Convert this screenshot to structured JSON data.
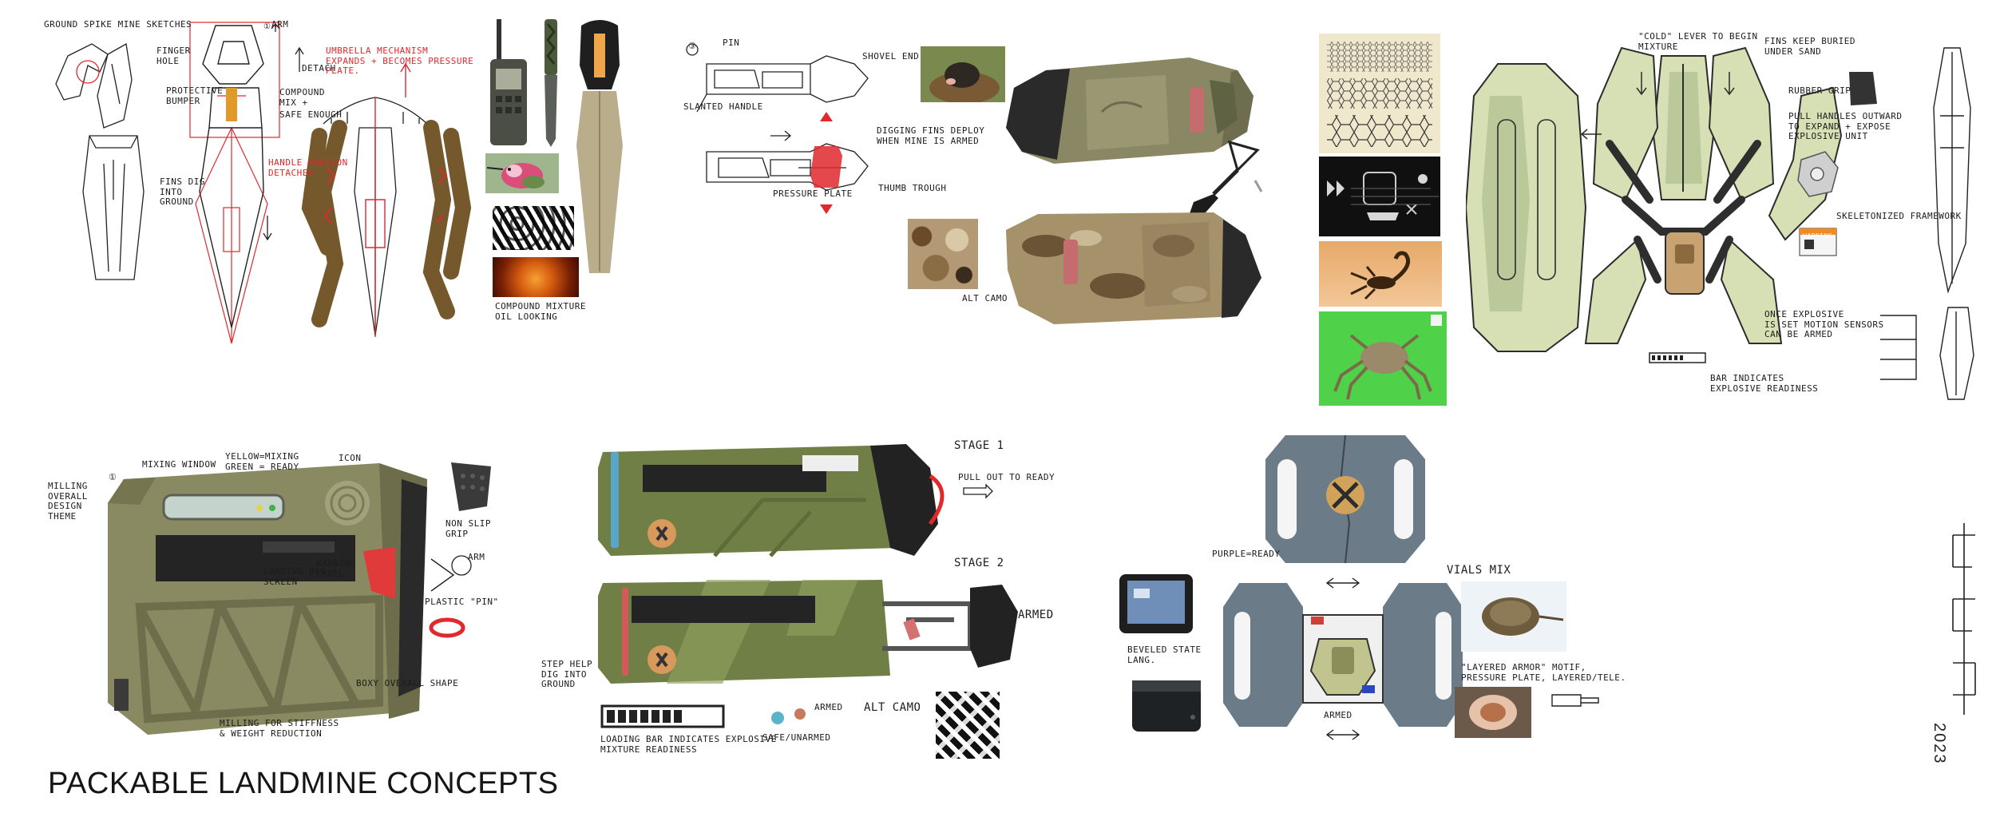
{
  "sheet": {
    "title": "PACKABLE LANDMINE CONCEPTS",
    "year": "2023"
  },
  "colors": {
    "olive": "#8d8f63",
    "olive_dark": "#5f6344",
    "army_green": "#6f7f45",
    "sage": "#d6e0b4",
    "sage_dark": "#a9b888",
    "slate": "#6c7b88",
    "charcoal": "#2c2c2c",
    "annotation_red": "#e0282d",
    "camo_tan": "#b49a74",
    "camo_brown": "#6b4a1c"
  },
  "notes": {
    "ground_spike_title": "GROUND SPIKE MINE SKETCHES",
    "finger_hole": "FINGER\nHOLE",
    "arm": "ARM",
    "protective_bumper": "PROTECTIVE\nBUMPER",
    "compound_mix": "COMPOUND\nMIX +",
    "safe_enough": "SAFE ENOUGH",
    "fins_dig": "FINS DIG\nINTO\nGROUND",
    "detach": "DETACH",
    "umbrella": "UMBRELLA MECHANISM\nEXPANDS + BECOMES PRESSURE\nPLATE.",
    "handle_portion": "HANDLE PORTION\nDETACHES",
    "compound_mixture": "COMPOUND MIXTURE\nOIL LOOKING",
    "step3_pin": "PIN",
    "shovel_end": "SHOVEL END",
    "slanted_handle": "SLANTED HANDLE",
    "digging_fins": "DIGGING FINS DEPLOY\nWHEN MINE IS ARMED",
    "pressure_plate": "PRESSURE PLATE",
    "thumb_trough": "THUMB TROUGH",
    "alt_camo_1": "ALT CAMO",
    "cold_lever": "\"COLD\" LEVER TO BEGIN\nMIXTURE",
    "fins_kept": "FINS KEEP BURIED\nUNDER SAND",
    "rubber_grip": "RUBBER GRIP",
    "pull_handles": "PULL HANDLES OUTWARD\nTO EXPAND + EXPOSE\nEXPLOSIVE UNIT",
    "skeletonized": "SKELETONIZED FRAMEWORK",
    "warning_label": "WARNING",
    "once_explosive": "ONCE EXPLOSIVE\nIS SET MOTION SENSORS\nCAN BE ARMED",
    "bar_indicates": "BAR INDICATES\nEXPLOSIVE READINESS",
    "milling_overall": "MILLING\nOVERALL\nDESIGN\nTHEME",
    "mixing_window": "MIXING WINDOW",
    "yellow_mixing": "YELLOW=MIXING\nGREEN = READY",
    "icon": "ICON",
    "non_slip_grip": "NON SLIP\nGRIP",
    "arm2": "ARM",
    "plastic_pin": "PLASTIC \"PIN\"",
    "loading_bar": "LOADING BAR +\nSCREEN",
    "warning_label2": "WARNING\nLABEL",
    "boxy_overall": "BOXY OVERALL SHAPE",
    "milling_for": "MILLING FOR STIFFNESS\n& WEIGHT REDUCTION",
    "stage1": "STAGE 1",
    "pull_out": "PULL OUT TO READY",
    "stage2": "STAGE 2",
    "armed": "ARMED",
    "step_help": "STEP HELP\nDIG INTO\nGROUND",
    "loading_bar_indicates": "LOADING BAR INDICATES EXPLOSIVE\nMIXTURE READINESS",
    "armed_dot": "ARMED",
    "safe_unarmed": "SAFE/UNARMED",
    "alt_camo_2": "ALT CAMO",
    "purple_ready": "PURPLE=READY",
    "vials_mix": "VIALS MIX",
    "beveled_state": "BEVELED STATE\nLANG.",
    "armed3": "ARMED",
    "layered_armor": "\"LAYERED ARMOR\" MOTIF,\nPRESSURE PLATE, LAYERED/TELE."
  },
  "icons": [
    "arrow-icon",
    "pin-ring-icon",
    "warning-label-icon",
    "fan-vent-icon"
  ]
}
